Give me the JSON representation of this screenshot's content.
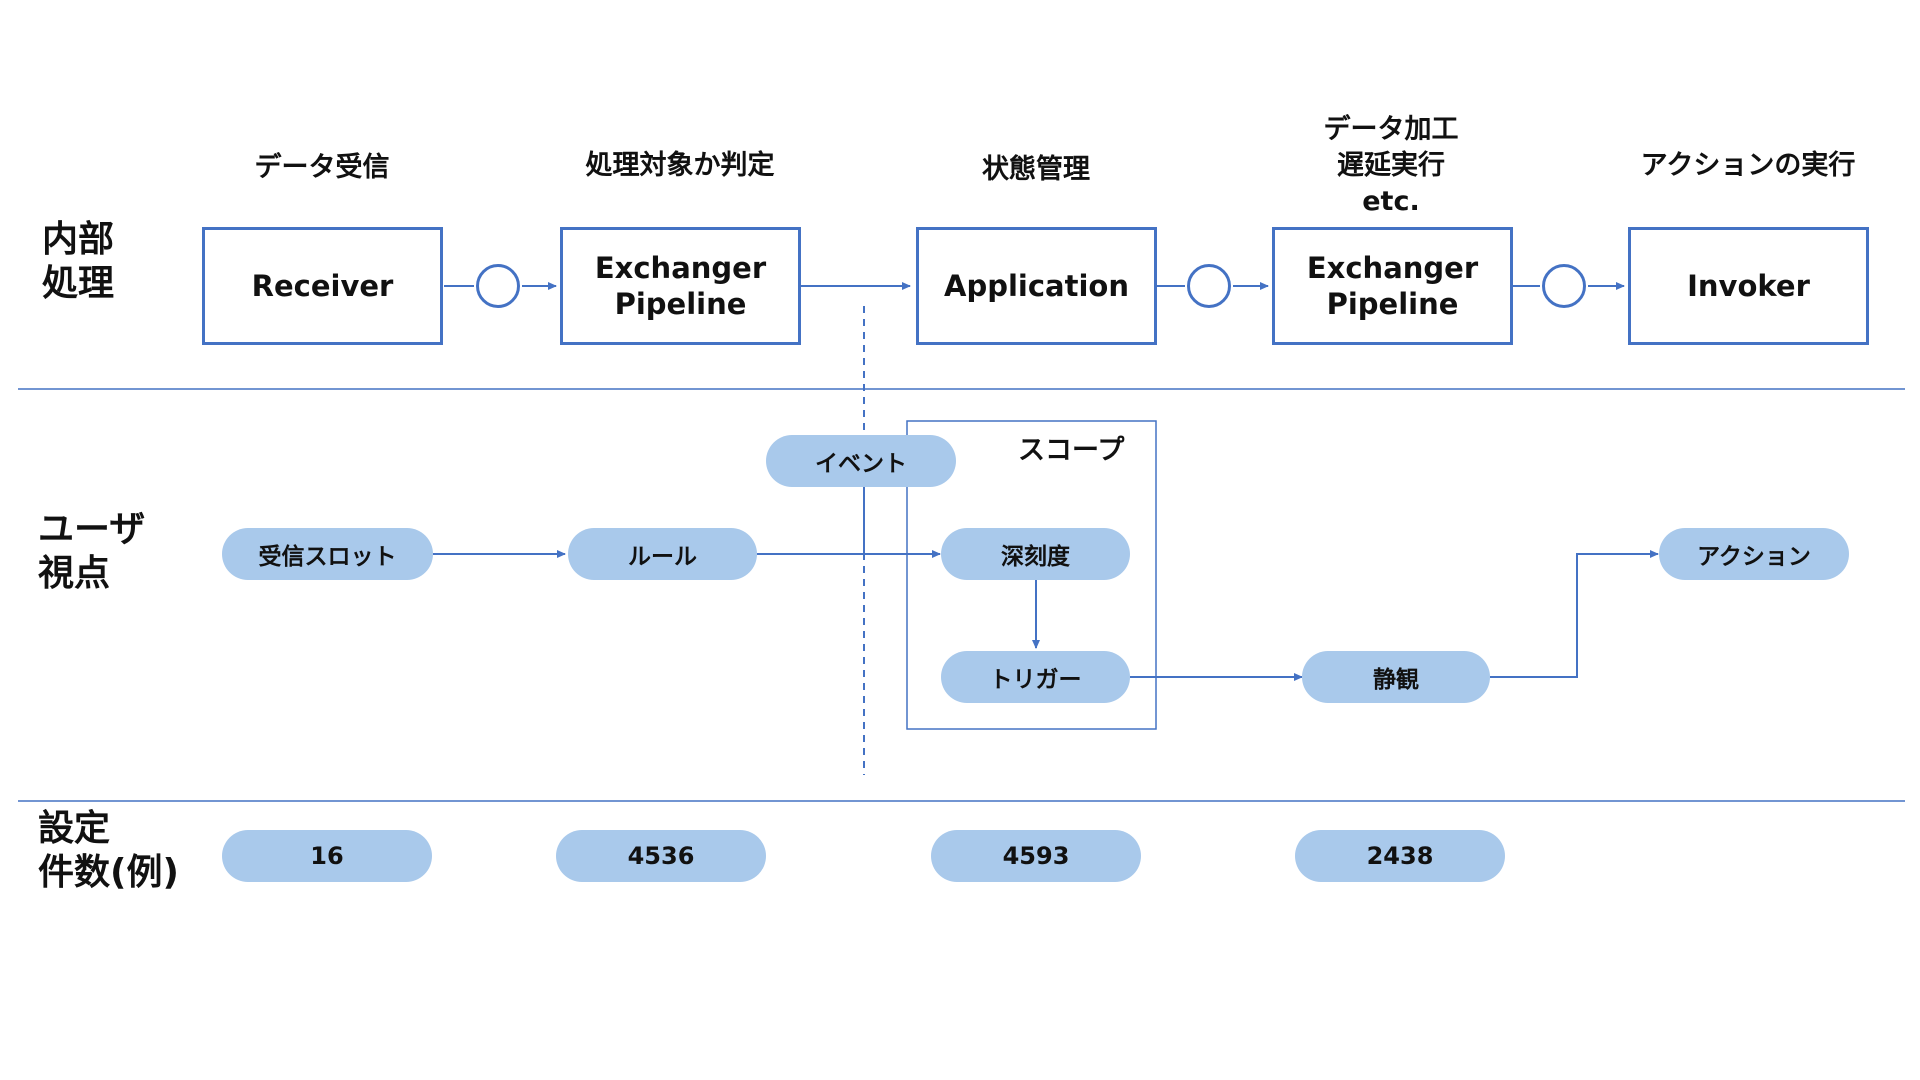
{
  "stages": [
    {
      "label": "データ受信",
      "box": "Receiver"
    },
    {
      "label": "処理対象か判定",
      "box": "Exchanger\nPipeline"
    },
    {
      "label": "状態管理",
      "box": "Application"
    },
    {
      "label": "データ加工\n遅延実行\netc.",
      "box": "Exchanger\nPipeline"
    },
    {
      "label": "アクションの実行",
      "box": "Invoker"
    }
  ],
  "rows": {
    "internal": "内部\n処理",
    "user": "ユーザ\n視点",
    "settings": "設定\n件数(例)"
  },
  "user_nodes": {
    "receive_slot": "受信スロット",
    "rule": "ルール",
    "event": "イベント",
    "depth": "深刻度",
    "trigger": "トリガー",
    "calm": "静観",
    "action": "アクション"
  },
  "scope_label": "スコープ",
  "counts": [
    "16",
    "4536",
    "4593",
    "2438"
  ],
  "colors": {
    "line": "#4472c4",
    "pill": "#a9c9eb"
  }
}
